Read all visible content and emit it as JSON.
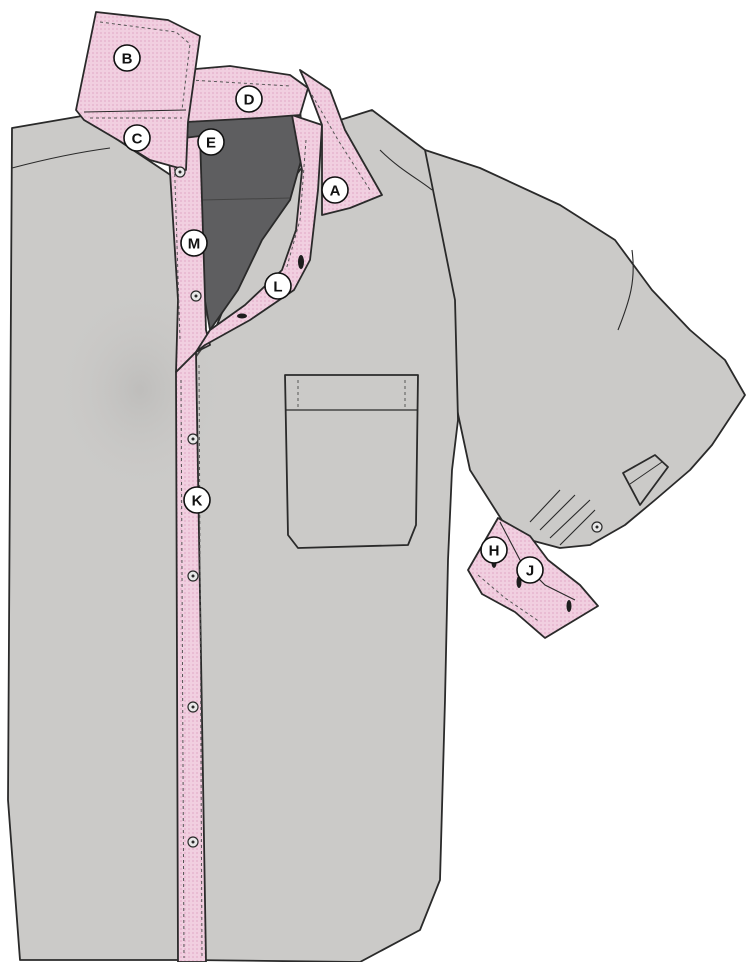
{
  "colors": {
    "body": "#cbcac8",
    "contrast_fabric": "#f1cfe0",
    "inner_back": "#5e5e60",
    "outline": "#2a2a2a"
  },
  "callouts": [
    {
      "key": "A",
      "label": "A"
    },
    {
      "key": "B",
      "label": "B"
    },
    {
      "key": "C",
      "label": "C"
    },
    {
      "key": "D",
      "label": "D"
    },
    {
      "key": "E",
      "label": "E"
    },
    {
      "key": "H",
      "label": "H"
    },
    {
      "key": "J",
      "label": "J"
    },
    {
      "key": "K",
      "label": "K"
    },
    {
      "key": "L",
      "label": "L"
    },
    {
      "key": "M",
      "label": "M"
    }
  ]
}
